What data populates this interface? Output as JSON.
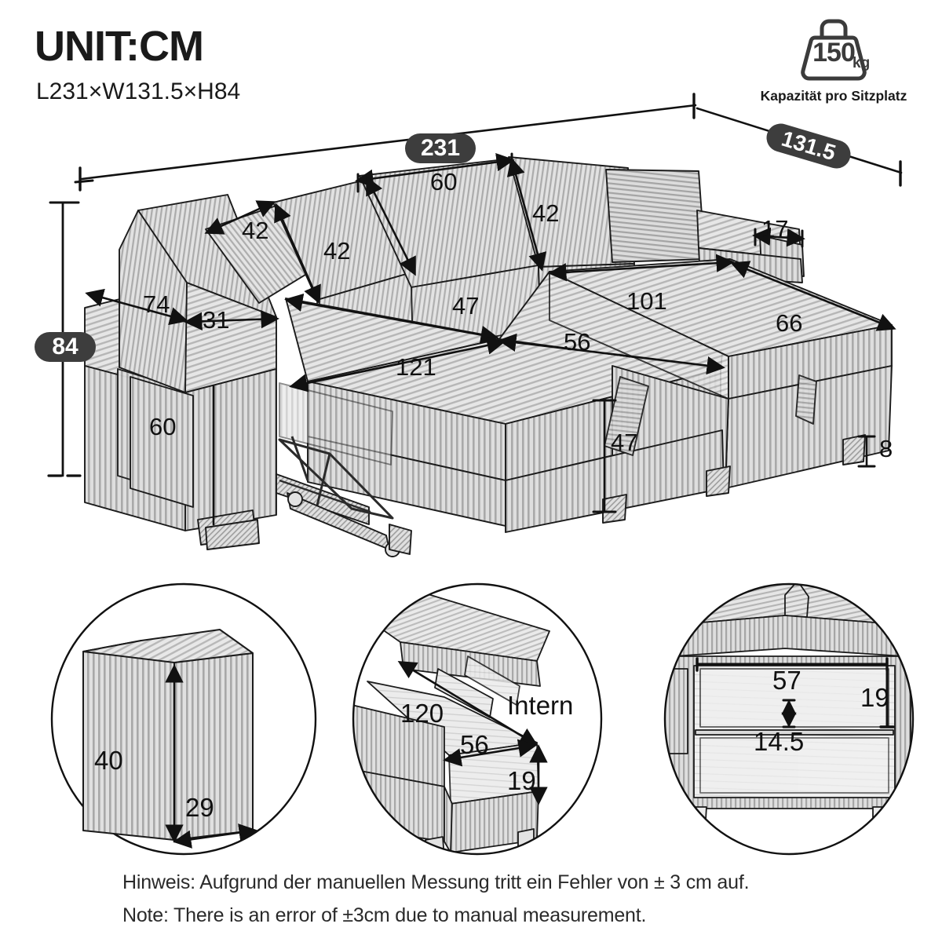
{
  "header": {
    "unit_title": "UNIT:CM",
    "overall_dims": "L231×W131.5×H84"
  },
  "capacity": {
    "icon": "weight-icon",
    "value": "150",
    "unit": "kg",
    "caption": "Kapazität pro Sitzplatz"
  },
  "main_diagram": {
    "overall_length": "231",
    "overall_depth": "131.5",
    "overall_height": "84",
    "backrest_width": "60",
    "cushion_a": "42",
    "cushion_b": "42",
    "cushion_c": "42",
    "armrest_length": "74",
    "armrest_width": "31",
    "armrest_thickness": "17",
    "armrest_height": "60",
    "seat_depth": "47",
    "seat_length_left": "121",
    "seat_right_depth": "56",
    "chaise_length": "101",
    "chaise_depth": "66",
    "seat_height": "47",
    "leg_height": "8"
  },
  "details": {
    "ottoman": {
      "name": "ottoman-detail",
      "height": "40",
      "depth": "29"
    },
    "storage": {
      "name": "storage-detail",
      "label": "Intern",
      "length": "120",
      "width": "56",
      "depth": "19"
    },
    "compartment": {
      "name": "compartment-detail",
      "width": "57",
      "height": "19",
      "inner_height": "14.5"
    }
  },
  "notes": {
    "de": "Hinweis: Aufgrund der manuellen Messung tritt ein Fehler von ± 3 cm auf.",
    "en": "Note: There is an error of ±3cm due to manual measurement."
  },
  "colors": {
    "pill_bg": "#3d3d3d",
    "pill_text": "#ffffff",
    "line": "#111111",
    "fabric_light": "#e9e9e9",
    "fabric_mid": "#d2d2d2",
    "fabric_dark": "#b4b4b4"
  }
}
